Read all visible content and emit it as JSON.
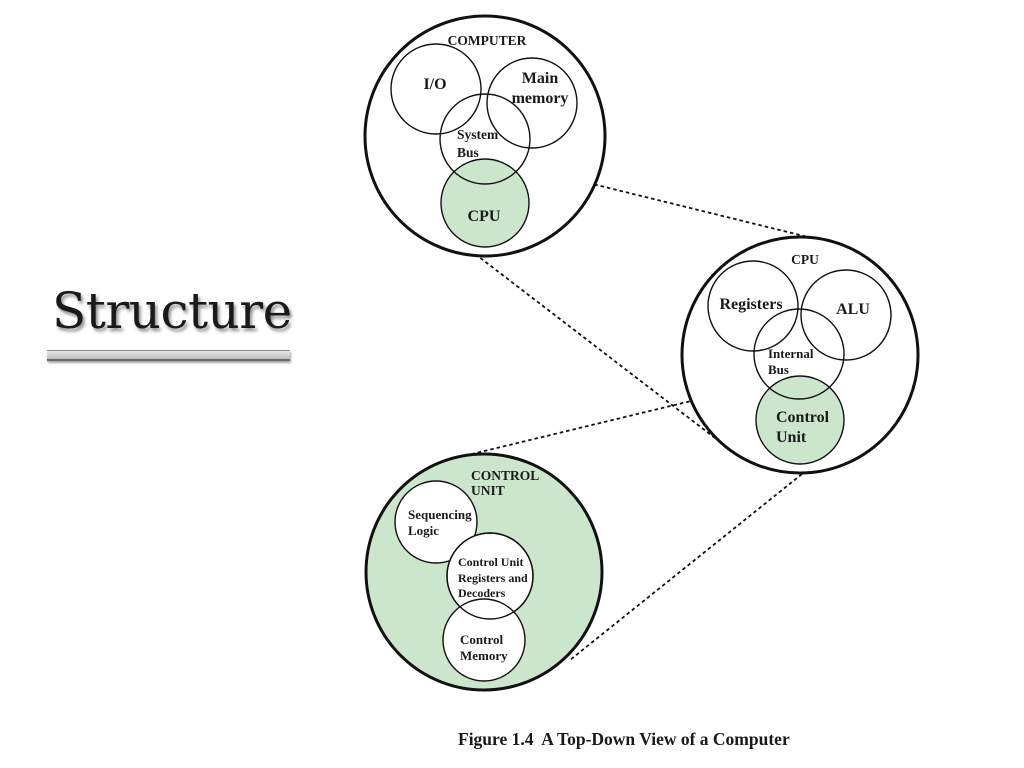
{
  "slide": {
    "title": "Structure"
  },
  "diagram": {
    "computer": {
      "label": "COMPUTER",
      "io": "I/O",
      "main_memory": [
        "Main",
        "memory"
      ],
      "system_bus": [
        "System",
        "Bus"
      ],
      "cpu": "CPU"
    },
    "cpu": {
      "label": "CPU",
      "registers": "Registers",
      "alu": "ALU",
      "internal_bus": [
        "Internal",
        "Bus"
      ],
      "control_unit": [
        "Control",
        "Unit"
      ]
    },
    "control_unit": {
      "label": [
        "CONTROL",
        "UNIT"
      ],
      "sequencing_logic": [
        "Sequencing",
        "Logic"
      ],
      "registers_decoders": [
        "Control Unit",
        "Registers and",
        "Decoders"
      ],
      "control_memory": [
        "Control",
        "Memory"
      ]
    },
    "caption": "Figure 1.4  A Top-Down View of a Computer",
    "colors": {
      "highlight_fill": "#cce6cc",
      "stroke": "#111111"
    }
  }
}
